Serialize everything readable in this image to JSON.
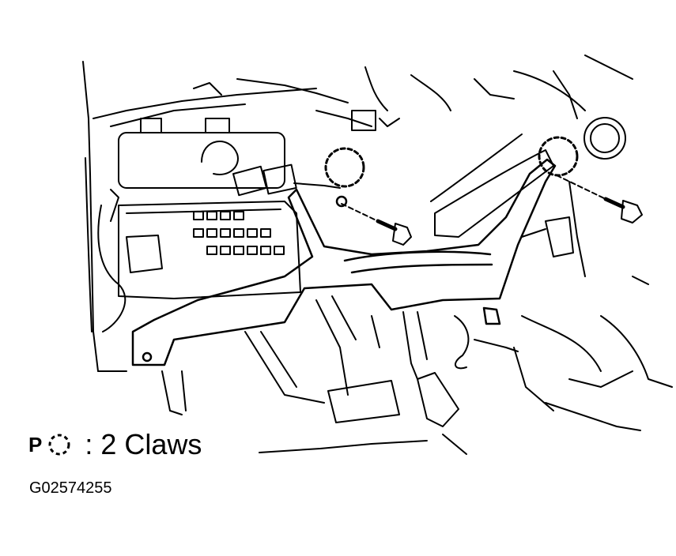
{
  "legend": {
    "symbol_letter": "P",
    "text": ": 2 Claws",
    "claw_icon": "dashed-circle-icon"
  },
  "figure_code": "G02574255",
  "colors": {
    "line": "#000000",
    "background": "#ffffff"
  }
}
